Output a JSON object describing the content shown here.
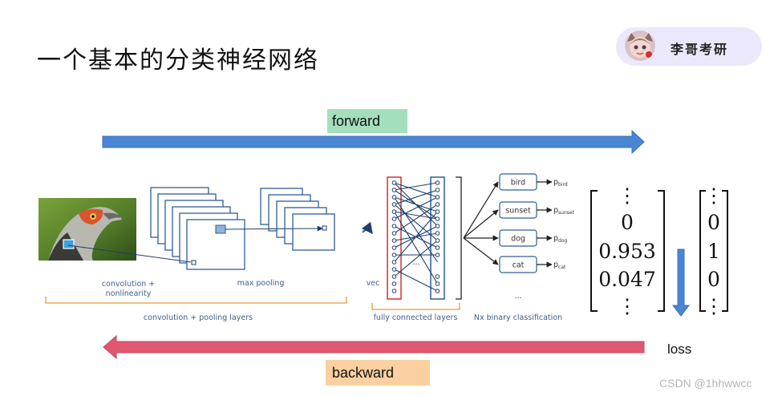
{
  "title": "一个基本的分类神经网络",
  "badge": {
    "label": "李哥考研",
    "avatar_icon": "cartoon-avatar-icon"
  },
  "forward": {
    "label": "forward",
    "color": "#4a86d4",
    "label_bg": "#a4dfbd"
  },
  "backward": {
    "label": "backward",
    "color": "#e05870",
    "label_bg": "#fad0a0"
  },
  "loss": {
    "label": "loss"
  },
  "cnn": {
    "conv_label_line1": "convolution +",
    "conv_label_line2": "nonlinearity",
    "pool_label": "max pooling",
    "group_label": "convolution + pooling layers",
    "vec_label": "vec",
    "fc_label": "fully connected layers",
    "cls_label": "Nx binary classification",
    "ellipsis": "...",
    "classes": [
      {
        "name": "bird",
        "prob": "p",
        "sub": "bird"
      },
      {
        "name": "sunset",
        "prob": "p",
        "sub": "sunset"
      },
      {
        "name": "dog",
        "prob": "p",
        "sub": "dog"
      },
      {
        "name": "cat",
        "prob": "p",
        "sub": "cat"
      }
    ]
  },
  "prediction_vector": {
    "entries": [
      "⋮",
      "0",
      "0.953",
      "0.047",
      "⋮"
    ]
  },
  "label_vector": {
    "entries": [
      "⋮",
      "0",
      "1",
      "0",
      "⋮"
    ]
  },
  "watermark": "CSDN @1hhwwcc"
}
